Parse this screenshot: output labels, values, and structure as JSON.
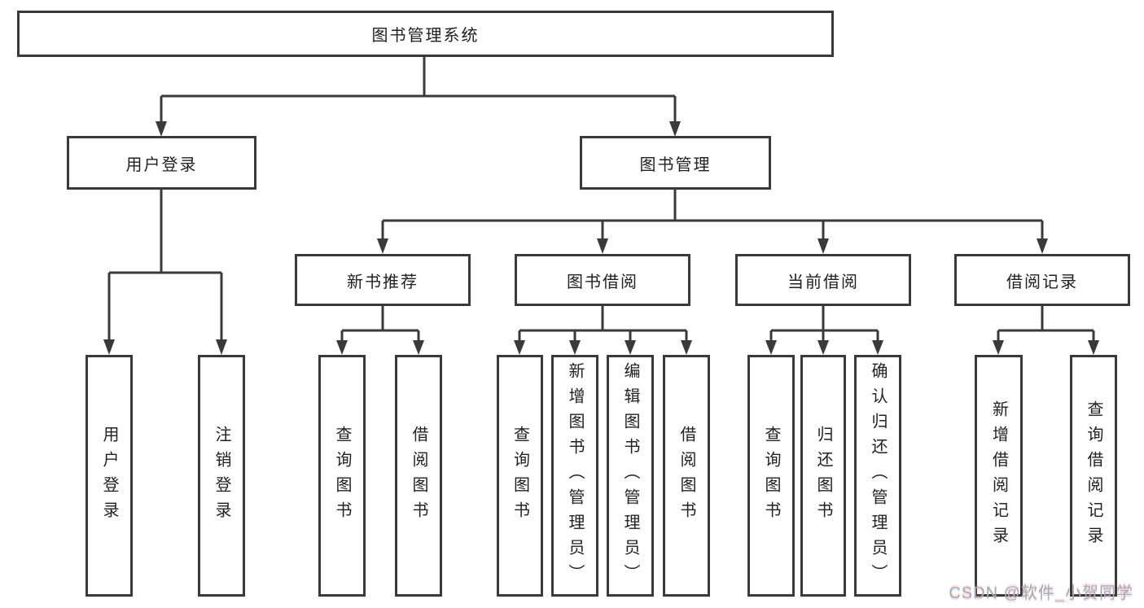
{
  "colors": {
    "background": "#ffffff",
    "line": "#3a3a3a",
    "box_border": "#3a3a3a",
    "text": "#212121",
    "watermark": "#ababab"
  },
  "tree": {
    "root": {
      "label": "图书管理系统",
      "children": [
        {
          "label": "用户登录",
          "children": [
            {
              "label": "用户登录"
            },
            {
              "label": "注销登录"
            }
          ]
        },
        {
          "label": "图书管理",
          "children": [
            {
              "label": "新书推荐",
              "children": [
                {
                  "label": "查询图书"
                },
                {
                  "label": "借阅图书"
                }
              ]
            },
            {
              "label": "图书借阅",
              "children": [
                {
                  "label": "查询图书"
                },
                {
                  "label": "新增图书（管理员）"
                },
                {
                  "label": "编辑图书（管理员）"
                },
                {
                  "label": "借阅图书"
                }
              ]
            },
            {
              "label": "当前借阅",
              "children": [
                {
                  "label": "查询图书"
                },
                {
                  "label": "归还图书"
                },
                {
                  "label": "确认归还（管理员）"
                }
              ]
            },
            {
              "label": "借阅记录",
              "children": [
                {
                  "label": "新增借阅记录"
                },
                {
                  "label": "查询借阅记录"
                }
              ]
            }
          ]
        }
      ]
    }
  },
  "watermark": {
    "text": "CSDN @软件_小贺同学"
  }
}
